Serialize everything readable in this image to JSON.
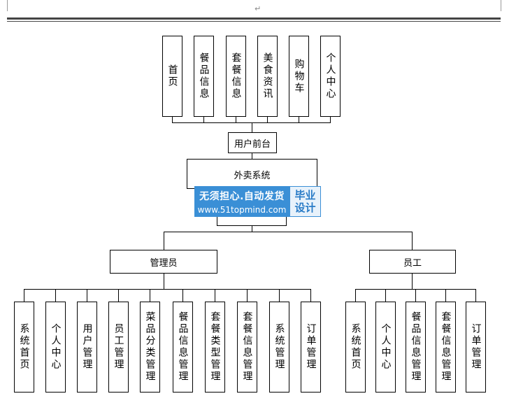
{
  "top_nodes": [
    "首页",
    "餐品信息",
    "套餐信息",
    "美食资讯",
    "购物车",
    "个人中心"
  ],
  "frontend": "用户前台",
  "system": "外卖系统",
  "admin": {
    "label": "管理员",
    "children": [
      "系统首页",
      "个人中心",
      "用户管理",
      "员工管理",
      "菜品分类管理",
      "餐品信息管理",
      "套餐类型管理",
      "套餐信息管理",
      "系统管理",
      "订单管理"
    ]
  },
  "staff": {
    "label": "员工",
    "children": [
      "系统首页",
      "个人中心",
      "餐品信息管理",
      "套餐信息管理",
      "订单管理"
    ]
  },
  "watermark": {
    "line1": "无须担心.自动发货",
    "line2": "www.51topmind.com",
    "badge1": "毕业",
    "badge2": "设计"
  },
  "paragraph_mark": "↵"
}
